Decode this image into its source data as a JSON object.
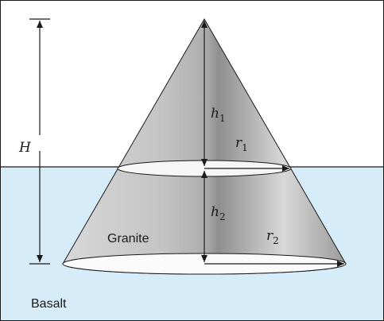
{
  "labels": {
    "H": "H",
    "h1": "h",
    "h1_sub": "1",
    "r1": "r",
    "r1_sub": "1",
    "h2": "h",
    "h2_sub": "2",
    "r2": "r",
    "r2_sub": "2",
    "granite": "Granite",
    "basalt": "Basalt"
  },
  "colors": {
    "basalt": "#d6ecf8",
    "frame": "#1a1a1a",
    "cone_light": "#ececec",
    "cone_mid": "#b9b9b9",
    "cone_dark": "#8c8c8c",
    "ellipse_fill": "#ffffff"
  }
}
